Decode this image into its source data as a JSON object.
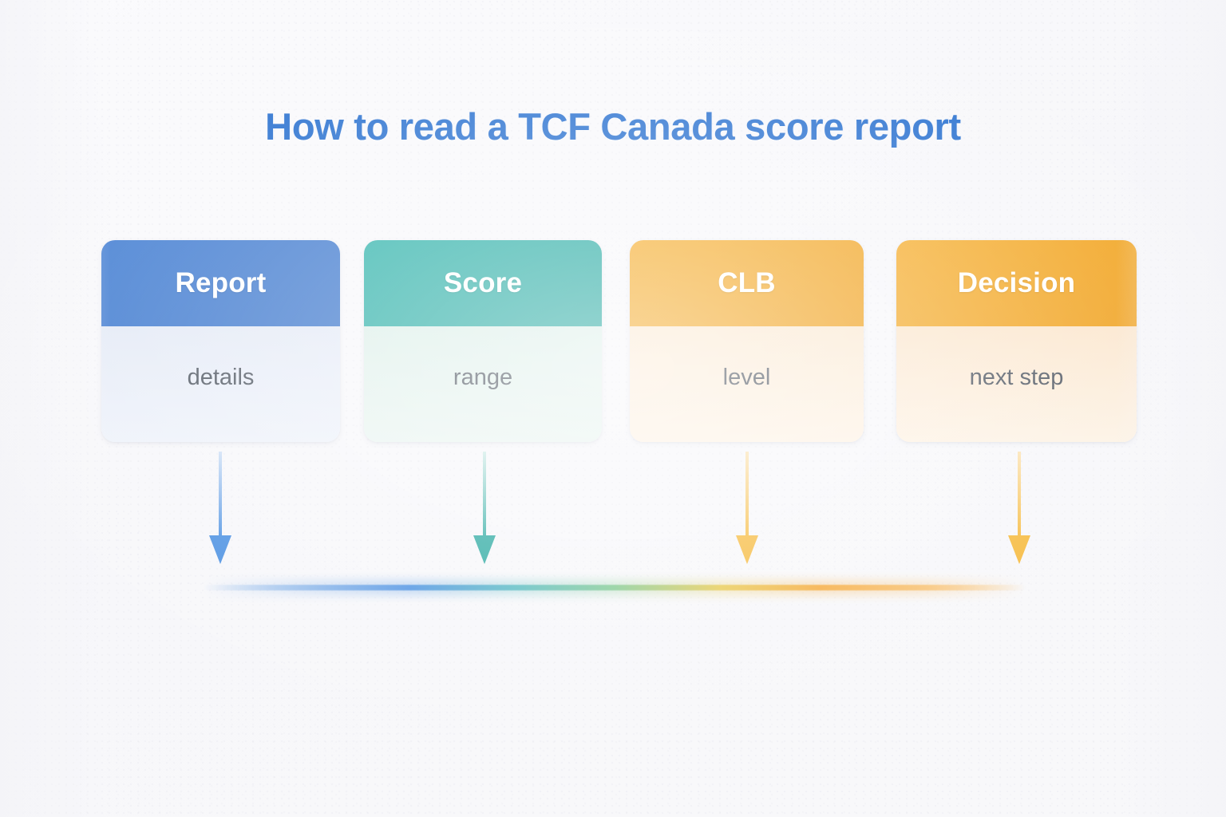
{
  "page": {
    "title": "How to read a TCF Canada score report",
    "background_color": "#f7f7fa",
    "title_color": "#2b72d0"
  },
  "flow": {
    "steps": [
      {
        "header": "Report",
        "caption": "details",
        "header_color": "#3b76cc",
        "header_color_end": "#4a83d4",
        "body_color": "#e4eaf6",
        "body_color_end": "#eef2fa",
        "arrow_color": "#4a90e2",
        "arrow_color_top": "#cfe0f6"
      },
      {
        "header": "Score",
        "caption": "range",
        "header_color": "#25a8a0",
        "header_color_end": "#2fb3ab",
        "body_color": "#dcefe9",
        "body_color_end": "#eaf5f1",
        "arrow_color": "#26a79f",
        "arrow_color_top": "#cdeae6"
      },
      {
        "header": "CLB",
        "caption": "level",
        "header_color": "#f0a220",
        "header_color_end": "#f5ad2d",
        "body_color": "#fbe9d2",
        "body_color_end": "#fdf3e6",
        "arrow_color": "#f6b93b",
        "arrow_color_top": "#fbe3b4"
      },
      {
        "header": "Decision",
        "caption": "next step",
        "header_color": "#f0a220",
        "header_color_end": "#f5ad2d",
        "body_color": "#fbe6cd",
        "body_color_end": "#fdf2e4",
        "arrow_color": "#f6b93b",
        "arrow_color_top": "#fbe3b4"
      }
    ],
    "rail": {
      "stops": [
        "transparent",
        "#8fb8ea",
        "#4a90e2",
        "#53b9c0",
        "#7fc98f",
        "#e8c94e",
        "#f5a93a",
        "#f8c274",
        "transparent"
      ]
    }
  }
}
